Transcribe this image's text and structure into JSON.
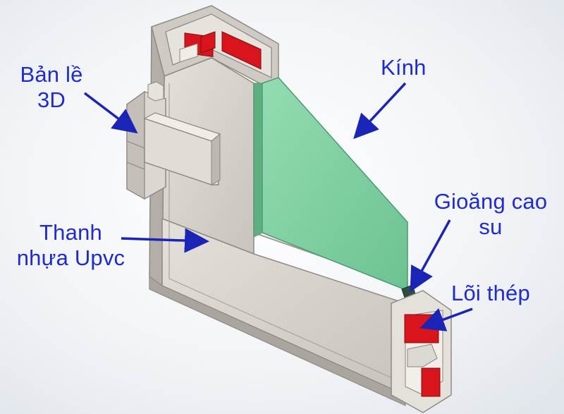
{
  "labels": {
    "hinge_line1": "Bản lề",
    "hinge_line2": "3D",
    "glass": "Kính",
    "gasket_line1": "Gioăng cao",
    "gasket_line2": "su",
    "profile_line1": "Thanh",
    "profile_line2": "nhựa Upvc",
    "steel_core": "Lõi thép"
  },
  "colors": {
    "label_text": "#1f2bd0",
    "arrow": "#1a25b8",
    "frame_face": "#d6d2cc",
    "frame_side": "#b9b4ae",
    "glass": "#7fcfa0",
    "steel_core": "#d9141c"
  }
}
